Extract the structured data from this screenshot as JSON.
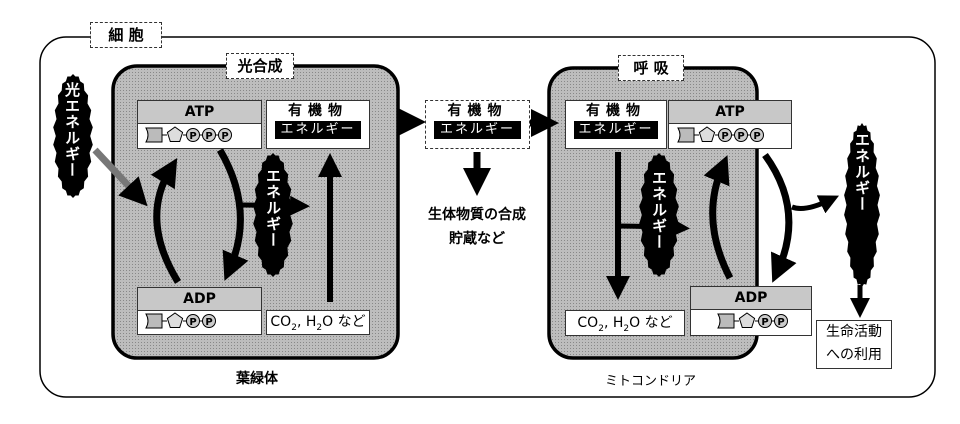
{
  "cell_label": "細 胞",
  "photosynthesis": {
    "title": "光合成",
    "organelle": "葉緑体",
    "atp": {
      "label": "ATP"
    },
    "adp": {
      "label": "ADP"
    },
    "organic": {
      "label": "有機物",
      "energy": "エネルギー"
    },
    "inputs": {
      "co2": "CO",
      "co2_sub": "2",
      "sep": ", H",
      "h2o_sub": "2",
      "rest": "O など"
    },
    "released_energy": "エネルギー"
  },
  "light_energy": "光エネルギー",
  "middle": {
    "organic": {
      "label": "有機物",
      "energy": "エネルギー"
    },
    "uses_line1": "生体物質の合成",
    "uses_line2": "貯蔵など"
  },
  "respiration": {
    "title": "呼 吸",
    "organelle": "ミトコンドリア",
    "organic": {
      "label": "有機物",
      "energy": "エネルギー"
    },
    "atp": {
      "label": "ATP"
    },
    "adp": {
      "label": "ADP"
    },
    "products": {
      "co2": "CO",
      "co2_sub": "2",
      "sep": ", H",
      "h2o_sub": "2",
      "rest": "O など"
    },
    "released_energy": "エネルギー"
  },
  "output_energy": "エネルギー",
  "life_activity": {
    "line1": "生命活動",
    "line2": "への利用"
  },
  "phosphate": "P"
}
